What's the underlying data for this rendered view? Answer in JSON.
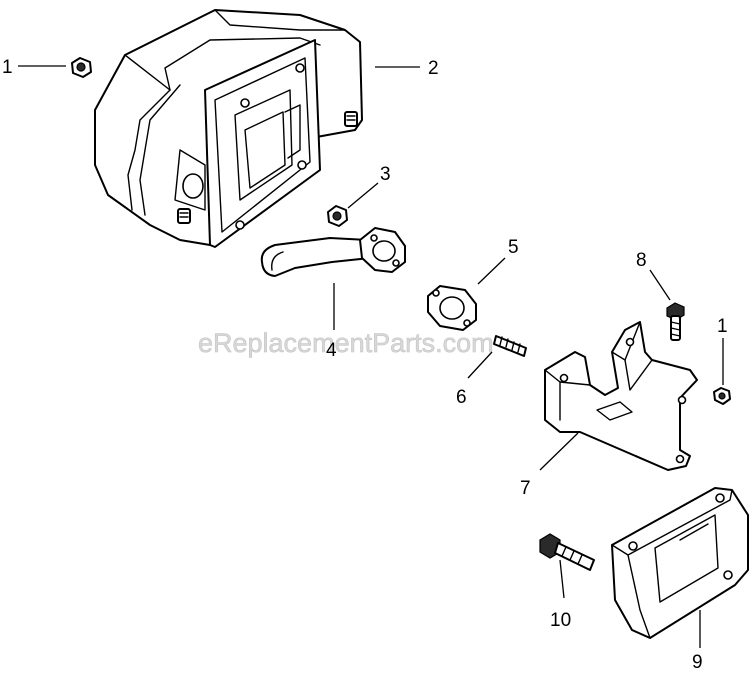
{
  "watermark": "eReplacementParts.com",
  "callouts": {
    "muffler_nut": "1",
    "muffler": "2",
    "gasket_nut": "3",
    "exhaust_pipe": "4",
    "exhaust_gasket": "5",
    "stud": "6",
    "muffler_bracket": "7",
    "bracket_screw": "8",
    "bracket_nut": "1",
    "muffler_guard": "9",
    "guard_screw": "10"
  }
}
